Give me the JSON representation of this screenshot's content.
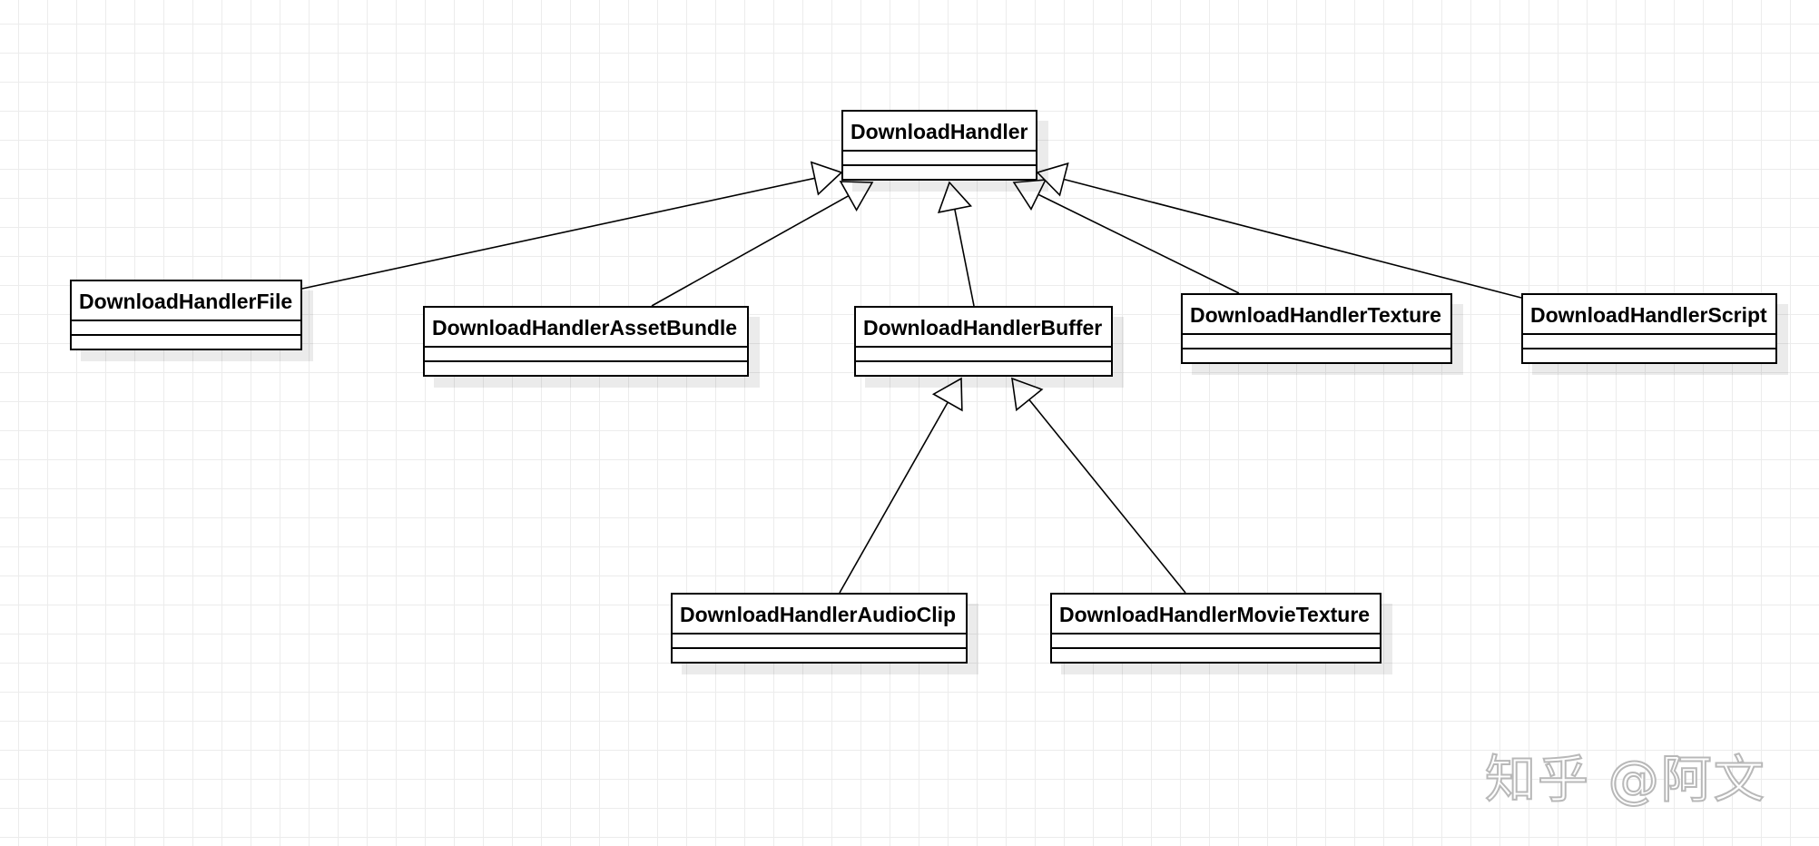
{
  "diagram": {
    "classes": {
      "download_handler": "DownloadHandler",
      "file": "DownloadHandlerFile",
      "asset_bundle": "DownloadHandlerAssetBundle",
      "buffer": "DownloadHandlerBuffer",
      "texture": "DownloadHandlerTexture",
      "script": "DownloadHandlerScript",
      "audio_clip": "DownloadHandlerAudioClip",
      "movie_texture": "DownloadHandlerMovieTexture"
    },
    "generalizations": [
      {
        "child": "DownloadHandlerFile",
        "parent": "DownloadHandler"
      },
      {
        "child": "DownloadHandlerAssetBundle",
        "parent": "DownloadHandler"
      },
      {
        "child": "DownloadHandlerBuffer",
        "parent": "DownloadHandler"
      },
      {
        "child": "DownloadHandlerTexture",
        "parent": "DownloadHandler"
      },
      {
        "child": "DownloadHandlerScript",
        "parent": "DownloadHandler"
      },
      {
        "child": "DownloadHandlerAudioClip",
        "parent": "DownloadHandlerBuffer"
      },
      {
        "child": "DownloadHandlerMovieTexture",
        "parent": "DownloadHandlerBuffer"
      }
    ]
  },
  "watermark": "知乎 @阿文"
}
